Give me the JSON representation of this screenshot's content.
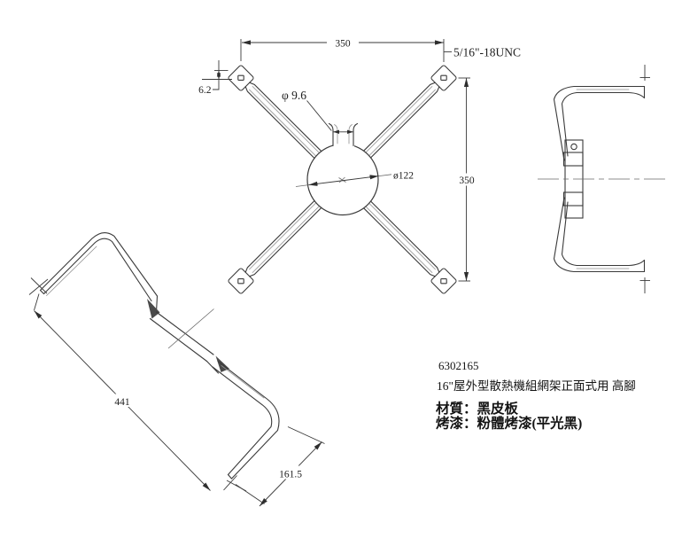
{
  "drawing": {
    "dimensions": {
      "width_top": "350",
      "height_right": "350",
      "thread_spec": "5/16\"-18UNC",
      "tab_offset": "6.2",
      "notch_width": "φ 9.6",
      "center_hole": "ø122",
      "arm_length": "441",
      "foot_length": "161.5"
    },
    "notes": {
      "part_number": "6302165",
      "title": "16\"屋外型散熱機組網架正面式用 高腳",
      "material": "材質：黑皮板",
      "finish": "烤漆：粉體烤漆(平光黑)"
    },
    "colors": {
      "line": "#3a3a3a",
      "background": "#ffffff"
    }
  }
}
